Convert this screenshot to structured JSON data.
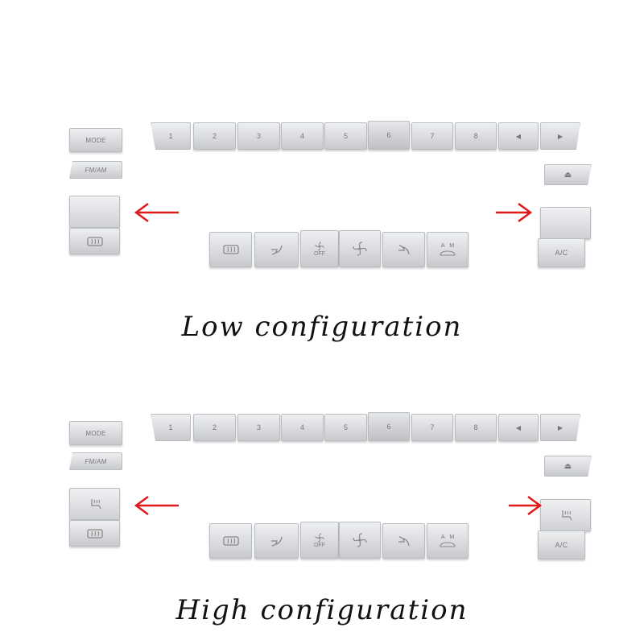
{
  "top_row": {
    "presets": [
      "1",
      "2",
      "3",
      "4",
      "5",
      "6",
      "7",
      "8"
    ],
    "prev_glyph": "◀",
    "next_glyph": "▶"
  },
  "left_keys": {
    "mode": "MODE",
    "fm_am": "FM/AM"
  },
  "right_keys": {
    "eject_glyph": "⏏",
    "ac": "A/C"
  },
  "climate": {
    "fan_off_label": "OFF",
    "auto_a": "A",
    "auto_m": "M"
  },
  "captions": {
    "low": "Low configuration",
    "high": "High configuration"
  },
  "colors": {
    "arrow": "#e0191b",
    "key_face": "#dcdee1"
  }
}
